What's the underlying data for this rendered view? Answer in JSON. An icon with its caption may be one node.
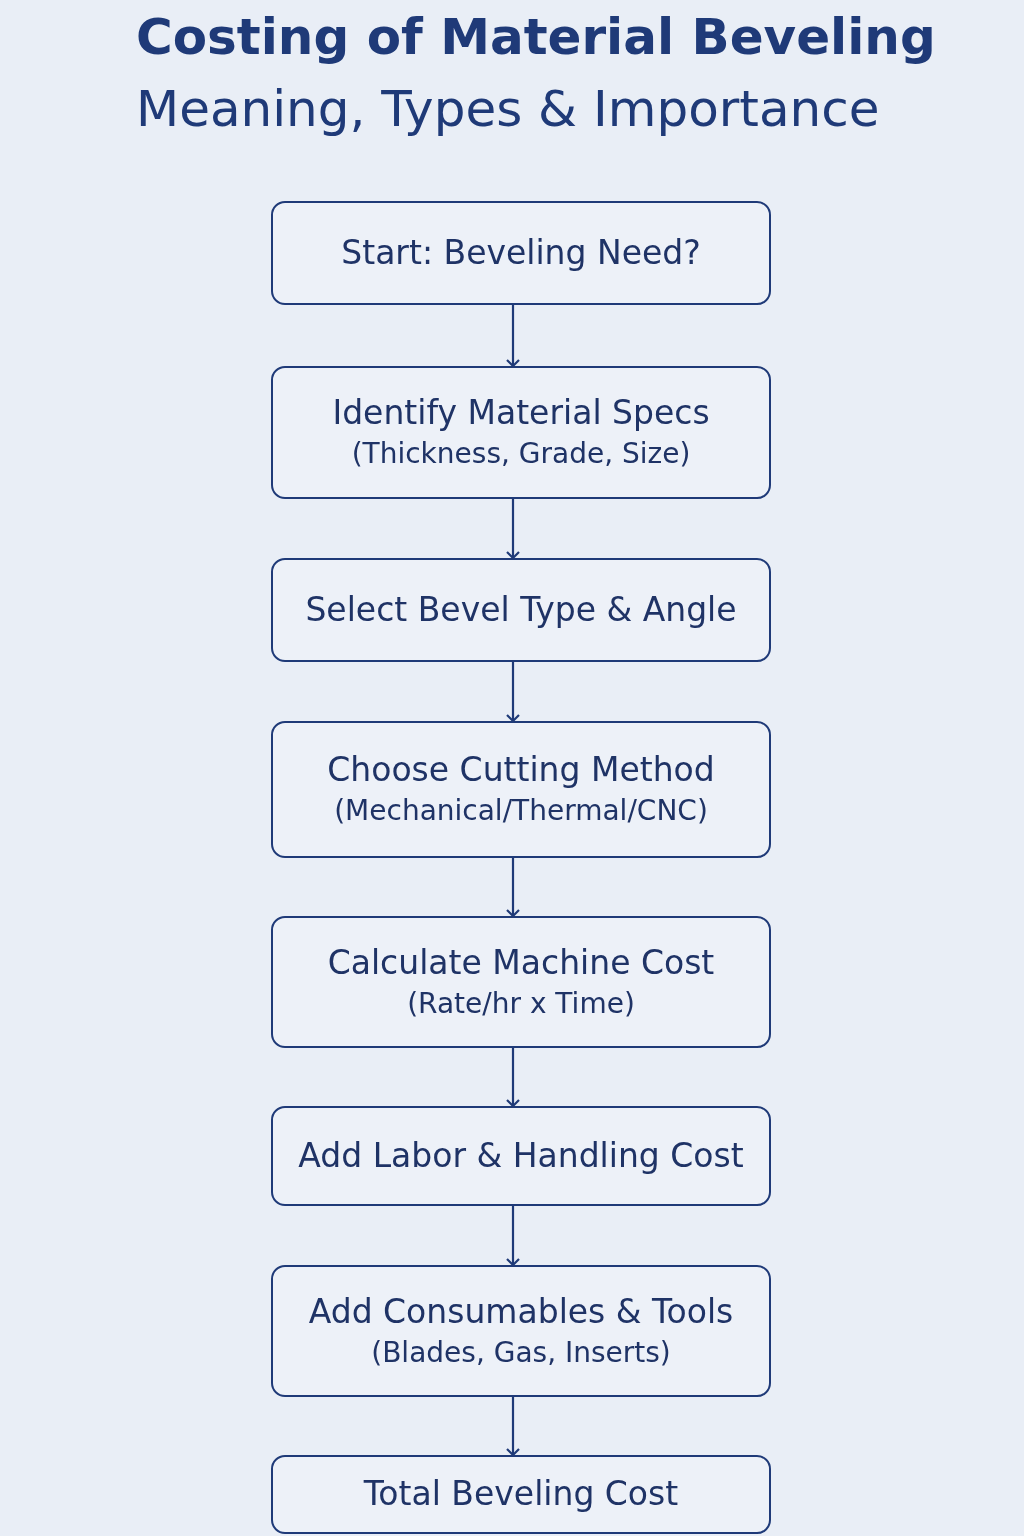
{
  "diagram": {
    "title": "Costing of Material Beveling",
    "caption": "Meaning, Types & Importance",
    "nodes": [
      {
        "text": [
          "Start: Beveling Need?"
        ]
      },
      {
        "text": [
          "Identify Material Specs",
          "(Thickness, Grade, Size)"
        ]
      },
      {
        "text": [
          "Select Bevel Type & Angle"
        ]
      },
      {
        "text": [
          "Choose Cutting Method",
          "(Mechanical/Thermal/CNC)"
        ]
      },
      {
        "text": [
          "Calculate Machine Cost",
          "(Rate/hr x Time)"
        ]
      },
      {
        "text": [
          "Add Labor & Handling Cost"
        ]
      },
      {
        "text": [
          "Add Consumables & Tools",
          "(Blades, Gas, Inserts)"
        ]
      },
      {
        "text": [
          "Total Beveling Cost"
        ]
      }
    ],
    "edges": [
      {
        "from": 0,
        "to": 1,
        "arrow": "to"
      },
      {
        "from": 1,
        "to": 2,
        "arrow": "to"
      },
      {
        "from": 2,
        "to": 3,
        "arrow": "to"
      },
      {
        "from": 3,
        "to": 4,
        "arrow": "to"
      },
      {
        "from": 4,
        "to": 5,
        "arrow": "to"
      },
      {
        "from": 5,
        "to": 6,
        "arrow": "to"
      },
      {
        "from": 6,
        "to": 7,
        "arrow": "to"
      }
    ]
  }
}
